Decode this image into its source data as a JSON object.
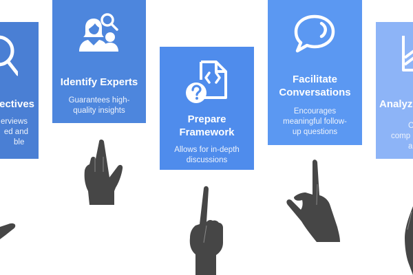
{
  "colors": {
    "card1": "#4a7fd4",
    "card2": "#4d86dd",
    "card3": "#4f8cec",
    "card4": "#5b98f2",
    "card5": "#8db4f7",
    "hand": "#464646",
    "background": "#ffffff"
  },
  "cards": [
    {
      "icon": "magnifier-icon",
      "title": "ectives",
      "desc_lines": [
        "erviews",
        "ed and",
        "ble"
      ]
    },
    {
      "icon": "experts-search-icon",
      "title": "Identify Experts",
      "desc_lines": [
        "Guarantees high-",
        "quality insights"
      ]
    },
    {
      "icon": "document-question-icon",
      "title_lines": [
        "Prepare",
        "Framework"
      ],
      "desc_lines": [
        "Allows for in-depth",
        "discussions"
      ]
    },
    {
      "icon": "speech-bubble-icon",
      "title_lines": [
        "Facilitate",
        "Conversations"
      ],
      "desc_lines": [
        "Encourages",
        "meaningful follow-",
        "up questions"
      ]
    },
    {
      "icon": "chart-icon",
      "title": "Analyz",
      "desc_lines": [
        "C",
        "comp",
        "a"
      ]
    }
  ]
}
